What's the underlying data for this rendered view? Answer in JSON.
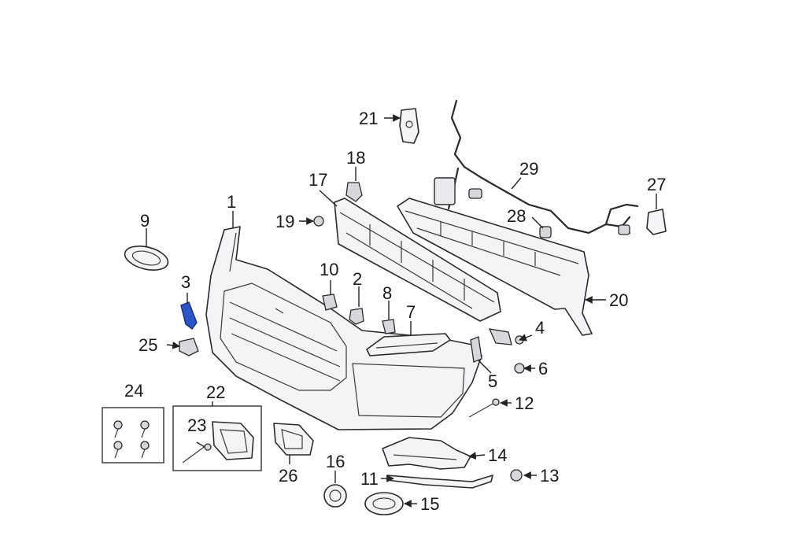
{
  "diagram": {
    "callouts": [
      "1",
      "2",
      "3",
      "4",
      "5",
      "6",
      "7",
      "8",
      "9",
      "10",
      "11",
      "12",
      "13",
      "14",
      "15",
      "16",
      "17",
      "18",
      "19",
      "20",
      "21",
      "22",
      "23",
      "24",
      "25",
      "26",
      "27",
      "28",
      "29"
    ],
    "highlight_color": "#2a55c4"
  }
}
